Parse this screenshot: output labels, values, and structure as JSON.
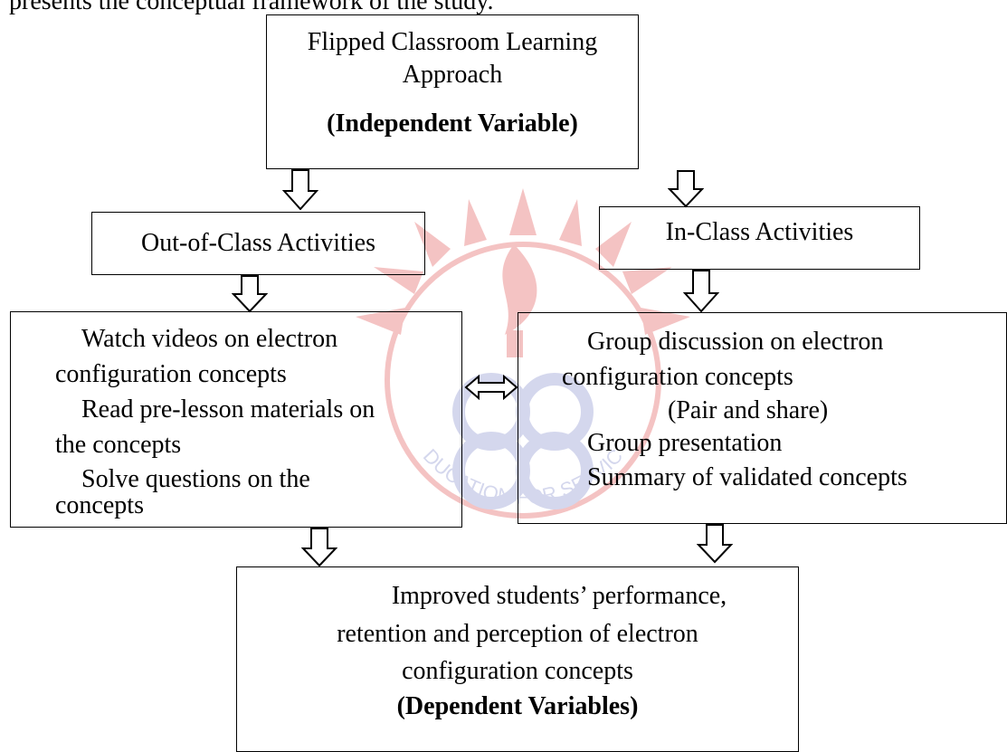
{
  "intro_text": "presents the conceptual framework of the study.",
  "watermark": {
    "motto": "EDUCATION FOR SERVICE",
    "colors": {
      "ring": "#e04848",
      "center": "#7d85c8"
    }
  },
  "diagram": {
    "independent": {
      "line1": "Flipped Classroom Learning",
      "line2": "Approach",
      "label": "(Independent Variable)"
    },
    "out_of_class": {
      "title": "Out-of-Class Activities",
      "items": [
        "Watch videos on electron",
        "configuration concepts",
        "Read pre-lesson materials on",
        "the concepts",
        "Solve questions on the",
        "concepts"
      ]
    },
    "in_class": {
      "title": "In-Class Activities",
      "items": [
        "Group discussion on electron",
        "configuration concepts",
        "(Pair and share)",
        "Group presentation",
        "Summary of validated concepts"
      ]
    },
    "dependent": {
      "line1": "Improved students’ performance,",
      "line2": "retention and perception of electron",
      "line3": "configuration concepts",
      "label": "(Dependent Variables)"
    }
  }
}
